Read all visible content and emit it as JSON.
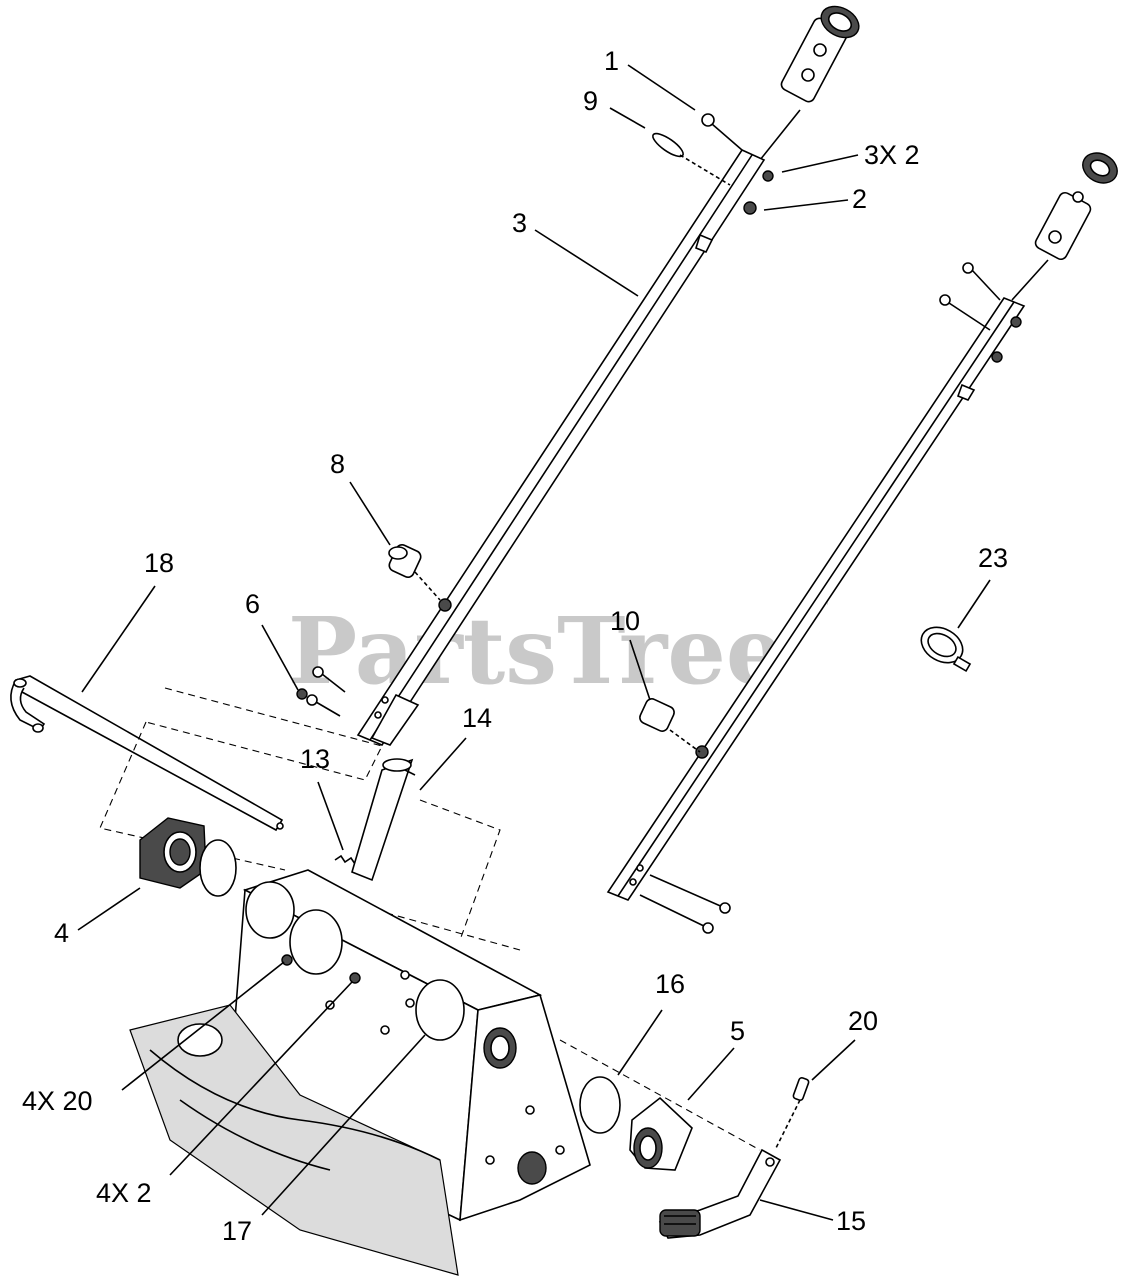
{
  "watermark": {
    "text": "PartsTree",
    "trademark": "™"
  },
  "callouts": [
    {
      "id": "c1",
      "text": "1"
    },
    {
      "id": "c9",
      "text": "9"
    },
    {
      "id": "c3x2",
      "text": "3X 2"
    },
    {
      "id": "c2",
      "text": "2"
    },
    {
      "id": "c3",
      "text": "3"
    },
    {
      "id": "c8",
      "text": "8"
    },
    {
      "id": "c23",
      "text": "23"
    },
    {
      "id": "c18",
      "text": "18"
    },
    {
      "id": "c6",
      "text": "6"
    },
    {
      "id": "c10",
      "text": "10"
    },
    {
      "id": "c14",
      "text": "14"
    },
    {
      "id": "c13",
      "text": "13"
    },
    {
      "id": "c4",
      "text": "4"
    },
    {
      "id": "c16",
      "text": "16"
    },
    {
      "id": "c5",
      "text": "5"
    },
    {
      "id": "c20",
      "text": "20"
    },
    {
      "id": "c4x20",
      "text": "4X 20"
    },
    {
      "id": "c4x2",
      "text": "4X 2"
    },
    {
      "id": "c17",
      "text": "17"
    },
    {
      "id": "c15",
      "text": "15"
    }
  ]
}
